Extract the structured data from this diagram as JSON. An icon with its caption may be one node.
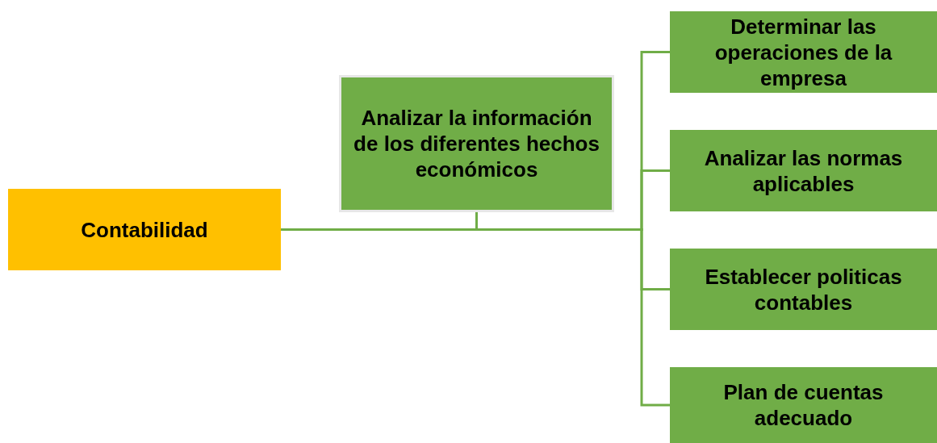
{
  "diagram": {
    "nodes": [
      {
        "text": [
          "Contabilidad"
        ]
      },
      {
        "text": [
          "Analizar la información de los diferentes hechos económicos"
        ]
      },
      {
        "text": [
          "Determinar las operaciones de la empresa"
        ]
      },
      {
        "text": [
          "Analizar las normas aplicables"
        ]
      },
      {
        "text": [
          "Establecer politicas contables"
        ]
      },
      {
        "text": [
          "Plan de cuentas adecuado"
        ]
      }
    ],
    "edges": [
      {
        "from": 0,
        "to": 1,
        "arrow": "none"
      },
      {
        "from": 0,
        "to": 2,
        "arrow": "none"
      },
      {
        "from": 0,
        "to": 3,
        "arrow": "none"
      },
      {
        "from": 0,
        "to": 4,
        "arrow": "none"
      },
      {
        "from": 0,
        "to": 5,
        "arrow": "none"
      }
    ]
  }
}
